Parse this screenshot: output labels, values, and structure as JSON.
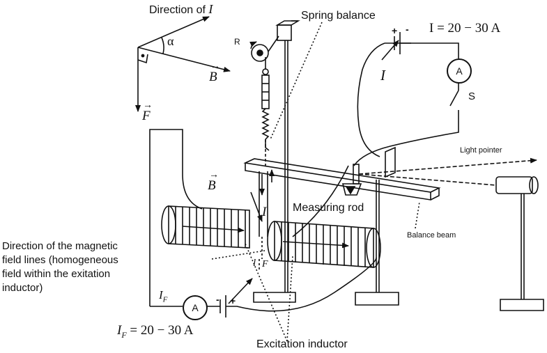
{
  "labels": {
    "direction_of_I": "Direction of",
    "direction_of_I_sym": "I",
    "alpha": "α",
    "spring_balance": "Spring balance",
    "R": "R",
    "current_I_value": "I = 20 − 30 A",
    "I_side": "I",
    "plus": "+",
    "minus": "-",
    "S": "S",
    "ammeter": "A",
    "B_vec_top": "B",
    "F_vec": "F",
    "B_vec_mid": "B",
    "I_rod": "I",
    "measuring_rod": "Measuring rod",
    "light_pointer": "Light pointer",
    "balance_beam": "Balance beam",
    "field_lines_text": "Direction of the magnetic field lines (homogeneous field within the exitation inductor)",
    "I_F": "I",
    "I_F_sub": "F",
    "l_sym": "l",
    "F_small": "F",
    "I_F_value": "I",
    "I_F_value_rest": "= 20 − 30 A",
    "excitation_inductor": "Excitation inductor"
  },
  "colors": {
    "line": "#111111",
    "background": "#ffffff"
  }
}
